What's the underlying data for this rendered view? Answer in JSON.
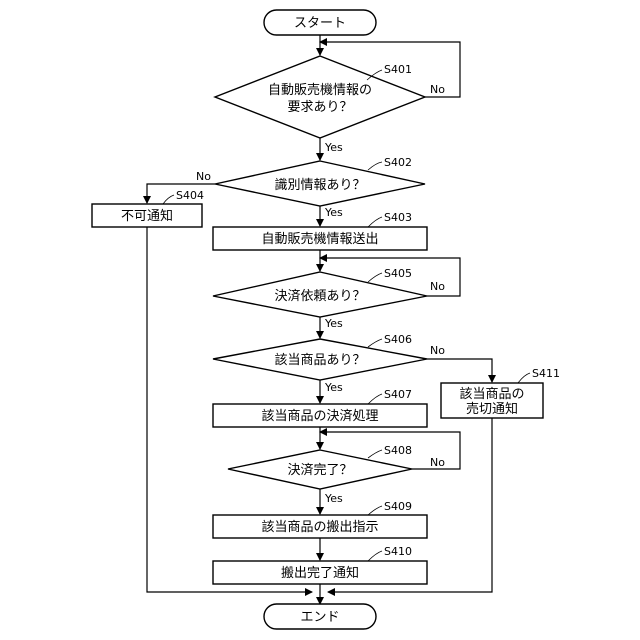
{
  "nodes": {
    "start": "スタート",
    "s401_line1": "自動販売機情報の",
    "s401_line2": "要求あり？",
    "s402": "識別情報あり？",
    "s403": "自動販売機情報送出",
    "s404": "不可通知",
    "s405": "決済依頼あり？",
    "s406": "該当商品あり？",
    "s407": "該当商品の決済処理",
    "s408": "決済完了？",
    "s409": "該当商品の搬出指示",
    "s410": "搬出完了通知",
    "s411_line1": "該当商品の",
    "s411_line2": "売切通知",
    "end": "エンド"
  },
  "step_ids": {
    "s401": "S401",
    "s402": "S402",
    "s403": "S403",
    "s404": "S404",
    "s405": "S405",
    "s406": "S406",
    "s407": "S407",
    "s408": "S408",
    "s409": "S409",
    "s410": "S410",
    "s411": "S411"
  },
  "labels": {
    "yes": "Yes",
    "no": "No"
  }
}
